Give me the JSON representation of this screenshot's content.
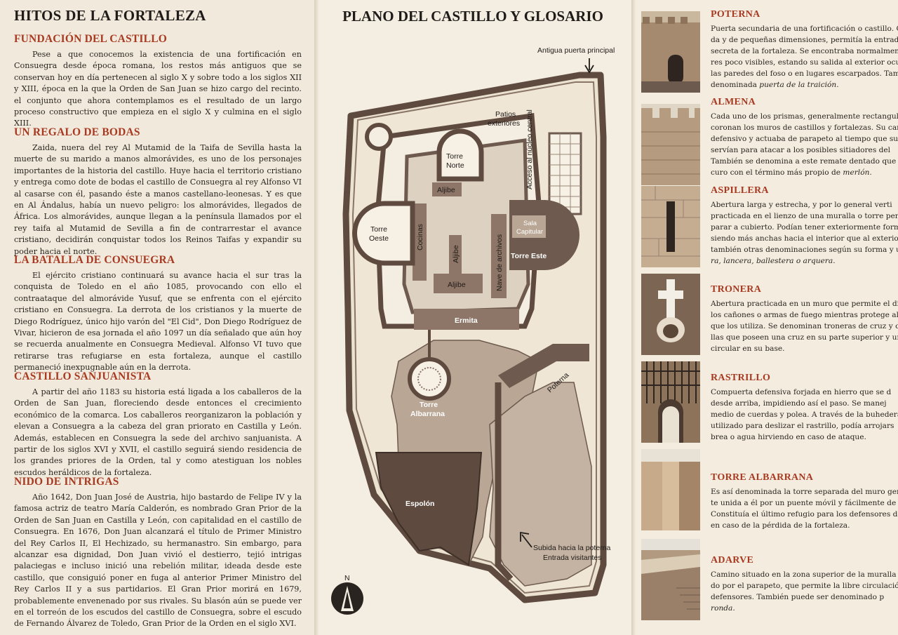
{
  "left": {
    "title": "HITOS DE LA FORTALEZA",
    "sections": [
      {
        "heading": "FUNDACIÓN DEL CASTILLO",
        "text": "Pese a que conocemos la existencia de una fortificación en Consuegra desde época romana, los restos más antiguos que se conservan hoy en día pertenecen al siglo X y sobre todo a los siglos XII y XIII, época en la que la Orden de San Juan se hizo cargo del recinto. el conjunto que ahora contemplamos es el resultado de un largo proceso constructivo que empieza en el siglo X y culmina en el siglo XIII."
      },
      {
        "heading": "UN REGALO DE BODAS",
        "text": "Zaida, nuera del rey Al Mutamid de la Taifa de Sevilla hasta la muerte de su marido a manos almorávides, es uno de los personajes importantes de la historia del castillo. Huye hacia el territorio cristiano y entrega como dote de bodas el castillo de Consuegra al rey Alfonso VI al casarse con él, pasando éste a manos castellano-leonesas. Y es que en Al Ándalus, había un nuevo peligro: los almorávides, llegados de África. Los almorávides, aunque llegan a la península llamados por el rey taifa al Mutamid de Sevilla a fin de contrarrestar el avance cristiano, decidirán conquistar todos los Reinos Taifas y expandir su poder hacia el norte."
      },
      {
        "heading": "LA BATALLA DE CONSUEGRA",
        "text": "El ejército cristiano continuará su avance hacia el sur tras la conquista de Toledo en el año 1085, provocando con ello el contraataque del almorávide Yusuf, que se enfrenta con el ejército cristiano en Consuegra. La derrota de los cristianos y la muerte de Diego Rodríguez, único hijo varón del \"El Cid\", Don Diego Rodríguez de Vivar, hicieron de esa jornada el año 1097 un día señalado que aún hoy se recuerda anualmente en Consuegra Medieval. Alfonso VI tuvo que retirarse tras refugiarse en esta fortaleza, aunque el castillo permaneció inexpugnable aún en la derrota."
      },
      {
        "heading": "CASTILLO SANJUANISTA",
        "text": "A partir del año 1183 su historia está ligada a los caballeros de la Orden de San Juan, floreciendo desde entonces el crecimiento económico de la comarca. Los caballeros reorganizaron la población y elevan a Consuegra a la cabeza del gran priorato en Castilla y León. Además, establecen en Consuegra la sede del archivo sanjuanista. A partir de los siglos XVI y XVII, el castillo seguirá siendo residencia de los grandes priores de la Orden, tal y como atestiguan los nobles escudos heráldicos de la fortaleza."
      },
      {
        "heading": "NIDO DE INTRIGAS",
        "text": "Año 1642, Don Juan José de Austria, hijo bastardo de Felipe IV y la famosa actriz de teatro María Calderón, es nombrado Gran Prior de la Orden de San Juan en Castilla y León, con capitalidad en el castillo de Consuegra. En 1676, Don Juan alcanzará el título de Primer Ministro del Rey Carlos II, El Hechizado, su hermanastro. Sin embargo, para alcanzar esa dignidad, Don Juan vivió el destierro, tejió intrigas palaciegas e incluso inició una rebelión militar, ideada desde este castillo, que consiguió poner en fuga al anterior Primer Ministro del Rey Carlos II y a sus partidarios. El Gran Prior morirá en 1679, probablemente envenenado por sus rivales. Su blasón aún se puede ver en el torreón de los escudos del castillo de Consuegra, sobre el escudo de Fernando Álvarez de Toledo, Gran Prior de la Orden en el siglo XVI."
      }
    ]
  },
  "middle": {
    "title": "PLANO DEL CASTILLO Y GLOSARIO",
    "labels": {
      "antigua_puerta": "Antigua puerta principal",
      "patios_1": "Patios",
      "patios_2": "exteriores",
      "acceso": "Acceso al núcleo central",
      "torre_norte_1": "Torre",
      "torre_norte_2": "Norte",
      "aljibe_top": "Aljibe",
      "torre_oeste_1": "Torre",
      "torre_oeste_2": "Oeste",
      "cocinas": "Cocinas",
      "aljibe_v": "Aljibe",
      "nave_archivos": "Nave de archivos",
      "sala_capitular_1": "Sala",
      "sala_capitular_2": "Capitular",
      "torre_este": "Torre Este",
      "aljibe_low": "Aljibe",
      "ermita": "Ermita",
      "torre_albarrana_1": "Torre",
      "torre_albarrana_2": "Albarrana",
      "poterna": "Poterna",
      "espolon": "Espolón",
      "subida_1": "Subida hacia la poterna",
      "subida_2": "Entrada visitantes",
      "north": "N"
    }
  },
  "glossary": [
    {
      "heading": "POTERNA",
      "lines": [
        "Puerta secundaria de una fortificación o castillo. C",
        "da y de pequeñas dimensiones, permitía la entrada",
        "secreta de la fortaleza. Se encontraba normalmente",
        "res poco visibles, estando su salida al exterior ocul",
        "las paredes del foso o en lugares escarpados. Tam"
      ],
      "tail": "denominada ",
      "tail_em": "puerta de la traición",
      "tail_end": "."
    },
    {
      "heading": "ALMENA",
      "lines": [
        "Cada uno de los prismas, generalmente rectangula",
        "coronan los muros de castillos y fortalezas. Su car",
        "defensivo y actuaba de parapeto al tiempo que su",
        "servían para atacar a los posibles sitiadores del",
        "También se denomina a este remate dentado que co"
      ],
      "tail": "curo con el término más propio de ",
      "tail_em": "merlón",
      "tail_end": "."
    },
    {
      "heading": "ASPILLERA",
      "lines": [
        "Abertura larga y estrecha, y por lo general verti",
        "practicada en el lienzo de una muralla o torre pern",
        "parar a cubierto. Podían tener exteriormente forma",
        "siendo más anchas hacia el interior que al exterior",
        "también otras denominaciones según su forma y us"
      ],
      "tail": "",
      "tail_em": "ra, lancera, ballestera o arquera",
      "tail_end": "."
    },
    {
      "heading": "TRONERA",
      "lines": [
        "Abertura practicada en un muro que permite el dis",
        "los cañones o armas de fuego mientras protege al",
        "que los utiliza. Se denominan troneras de cruz y o",
        "llas que poseen una cruz en su parte superior y un"
      ],
      "tail": "circular en su base.",
      "tail_em": "",
      "tail_end": ""
    },
    {
      "heading": "RASTRILLO",
      "lines": [
        "Compuerta defensiva forjada en hierro que se d",
        "desde arriba, impidiendo así el paso. Se manej",
        "medio de cuerdas y polea. A través de la buhedera,",
        "utilizado para deslizar el rastrillo, podía arrojars"
      ],
      "tail": "brea o agua hirviendo en caso de ataque.",
      "tail_em": "",
      "tail_end": ""
    },
    {
      "heading": "TORRE ALBARRANA",
      "lines": [
        "Es así denominada la torre separada del muro gene",
        "te unida a él por un puente móvil y fácilmente de",
        "Constituía el último refugio para los defensores de"
      ],
      "tail": "en caso de la pérdida de la fortaleza.",
      "tail_em": "",
      "tail_end": ""
    },
    {
      "heading": "ADARVE",
      "lines": [
        "Camino situado en la zona superior de la muralla y",
        "do por el parapeto, que permite la libre circulació",
        "defensores. También puede ser denominado p"
      ],
      "tail": "",
      "tail_em": "ronda",
      "tail_end": "."
    }
  ]
}
